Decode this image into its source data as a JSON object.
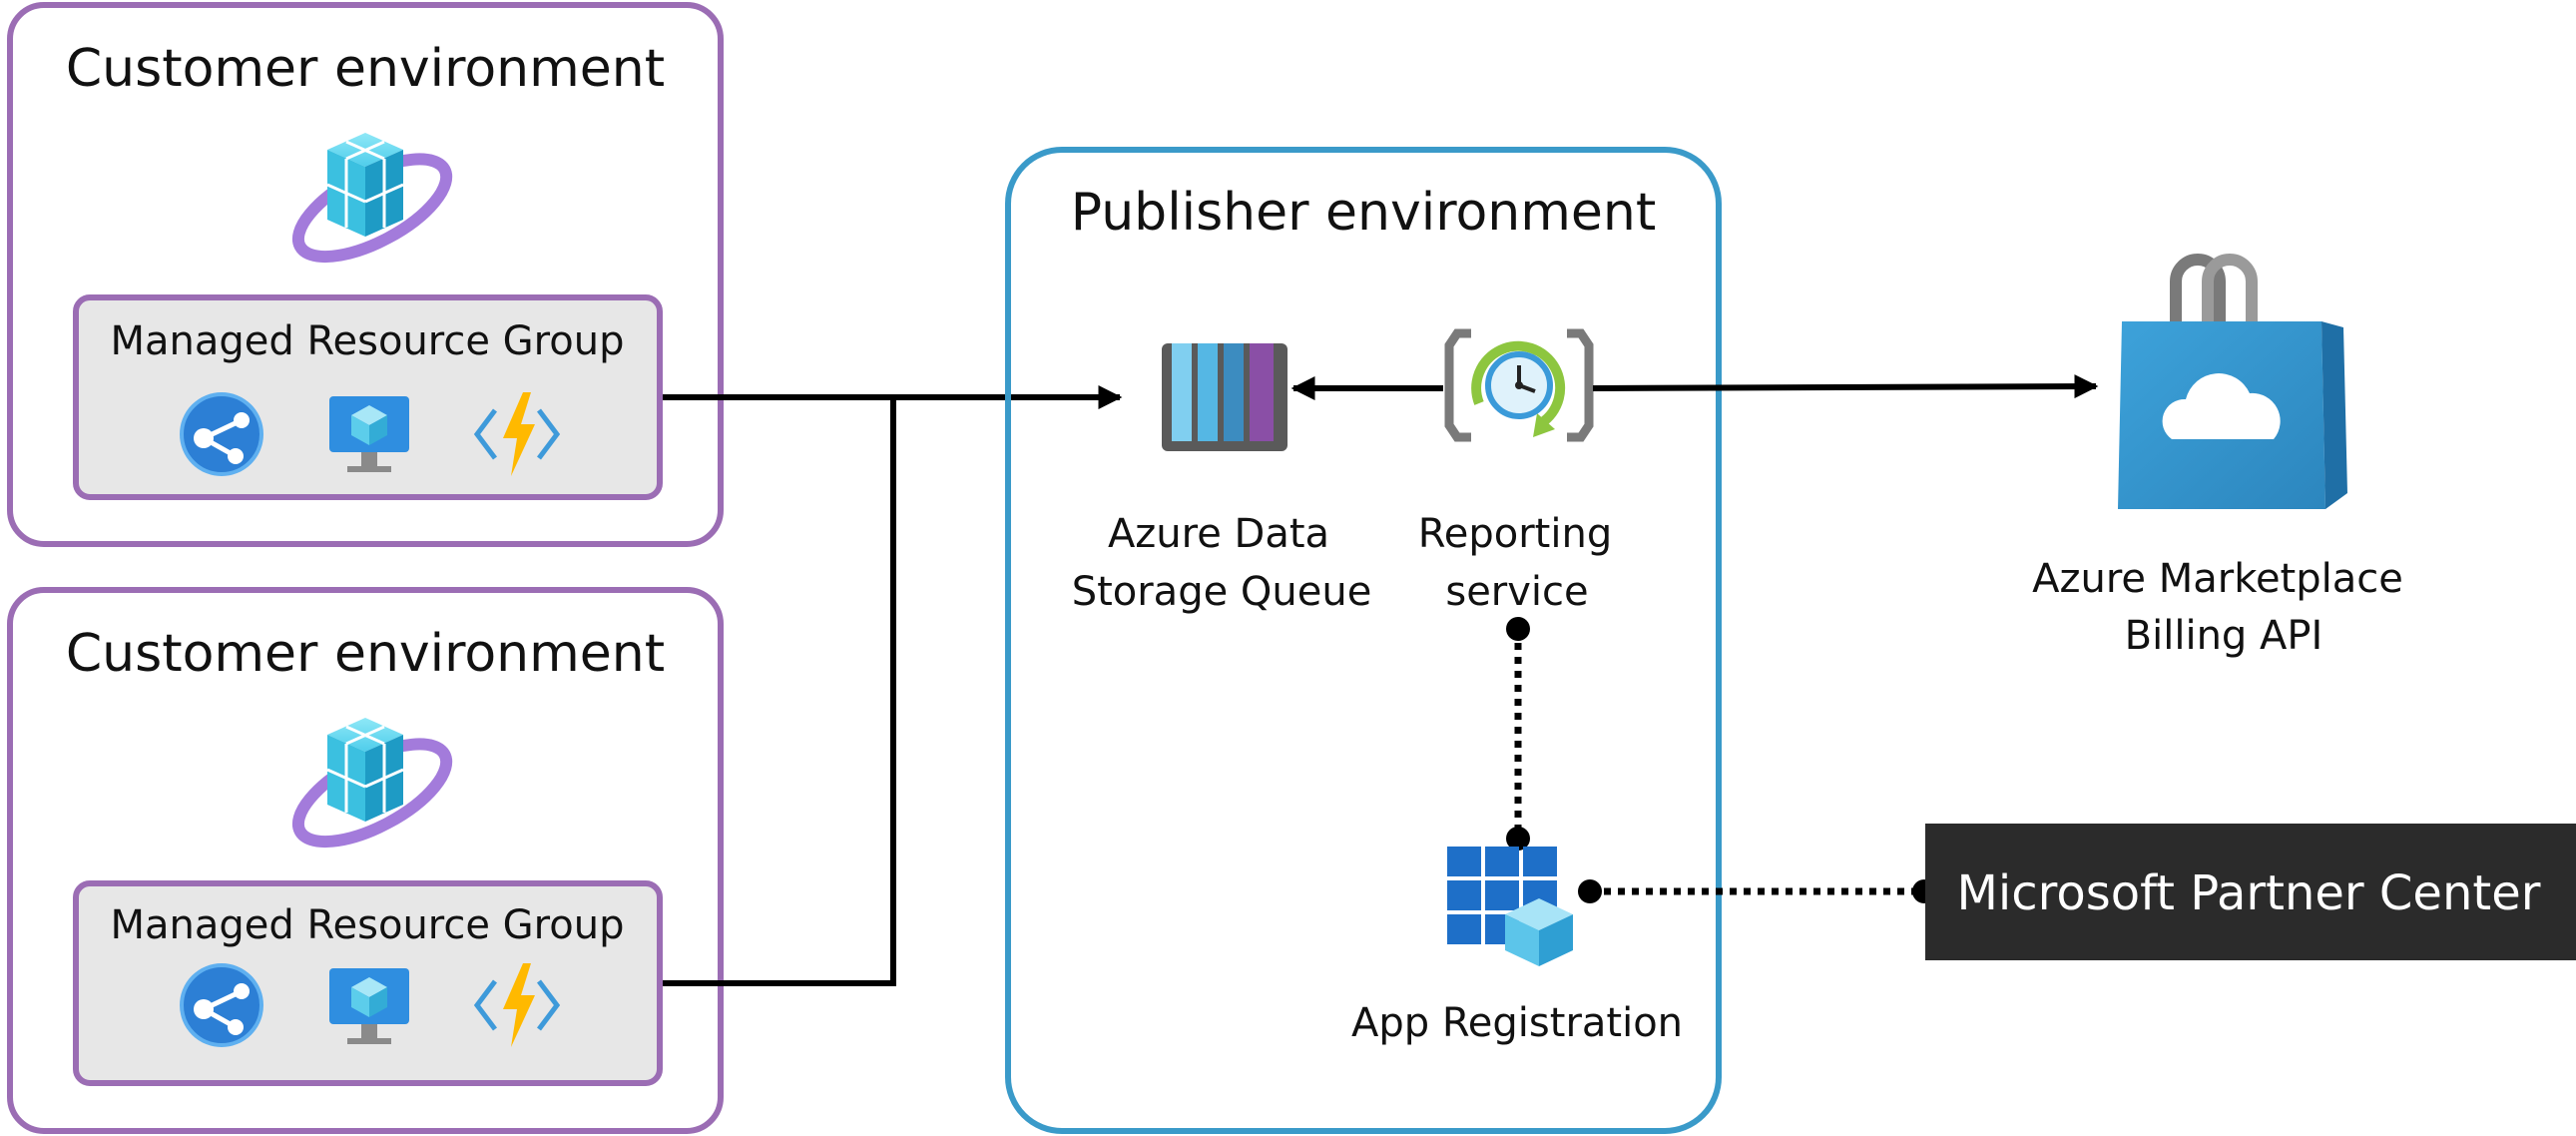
{
  "customer_envs": [
    {
      "title": "Customer environment",
      "managed_group": {
        "label": "Managed Resource Group",
        "icons": [
          "app-service-icon",
          "virtual-machine-icon",
          "function-app-icon"
        ]
      }
    },
    {
      "title": "Customer environment",
      "managed_group": {
        "label": "Managed Resource Group",
        "icons": [
          "app-service-icon",
          "virtual-machine-icon",
          "function-app-icon"
        ]
      }
    }
  ],
  "publisher": {
    "title": "Publisher environment",
    "queue": {
      "line1": "Azure Data",
      "line2": "Storage Queue"
    },
    "reporting": {
      "line1": "Reporting",
      "line2": "service"
    },
    "app_registration": {
      "label": "App Registration"
    }
  },
  "marketplace": {
    "line1": "Azure Marketplace",
    "line2": "Billing API"
  },
  "partner_center": {
    "label": "Microsoft Partner Center"
  },
  "colors": {
    "customer_border": "#9B6DB4",
    "publisher_border": "#3A9AC9",
    "group_fill": "#E7E7E7",
    "partner_bg": "#2B2B2B",
    "connector": "#000000"
  }
}
